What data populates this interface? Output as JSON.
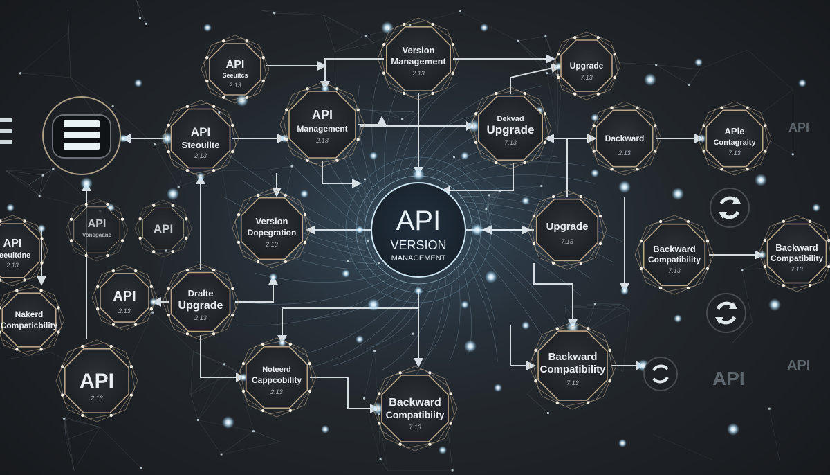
{
  "hub": {
    "line1": "API",
    "line2": "VERSION",
    "line3": "MANAGEMENT"
  },
  "nodes": [
    {
      "id": "n1",
      "lines": [
        "API",
        "Seeuitcs"
      ],
      "sub": "2.13"
    },
    {
      "id": "n2",
      "lines": [
        "Version",
        "Management"
      ],
      "sub": "2.13"
    },
    {
      "id": "n3",
      "lines": [
        "Upgrade"
      ],
      "sub": "7.13"
    },
    {
      "id": "n4",
      "lines": [
        "API",
        "Steouilte"
      ],
      "sub": "2.13"
    },
    {
      "id": "n5",
      "lines": [
        "API",
        "Management"
      ],
      "sub": "2.13"
    },
    {
      "id": "n6",
      "lines": [
        "Dekvad",
        "Upgrade"
      ],
      "sub": "7.13"
    },
    {
      "id": "n7",
      "lines": [
        "Dackward"
      ],
      "sub": "2.13"
    },
    {
      "id": "n8",
      "lines": [
        "APle",
        "Contagraity"
      ],
      "sub": "7.13"
    },
    {
      "id": "n9",
      "lines": [
        "Version",
        "Dopegration"
      ],
      "sub": "2.13"
    },
    {
      "id": "n10",
      "lines": [
        "Upgrade"
      ],
      "sub": "7.13"
    },
    {
      "id": "n11",
      "lines": [
        "API",
        "Seeuitdne"
      ],
      "sub": "2.13"
    },
    {
      "id": "n12",
      "lines": [
        "API",
        "Vonsgaane"
      ],
      "sub": ""
    },
    {
      "id": "n13",
      "lines": [
        "API"
      ],
      "sub": ""
    },
    {
      "id": "n14",
      "lines": [
        "Backward",
        "Compatibility"
      ],
      "sub": "7.13"
    },
    {
      "id": "n15",
      "lines": [
        "Backward",
        "Compatibility"
      ],
      "sub": "7.13"
    },
    {
      "id": "n16",
      "lines": [
        "API"
      ],
      "sub": "2.13"
    },
    {
      "id": "n17",
      "lines": [
        "Dralte",
        "Upgrade"
      ],
      "sub": "2.13"
    },
    {
      "id": "n18",
      "lines": [
        "Nakerd",
        "Compaticbility"
      ],
      "sub": ""
    },
    {
      "id": "n19",
      "lines": [
        "API"
      ],
      "sub": "2.13"
    },
    {
      "id": "n20",
      "lines": [
        "Noteerd",
        "Cappcobility"
      ],
      "sub": "2.13"
    },
    {
      "id": "n21",
      "lines": [
        "Backward",
        "Compatibiity"
      ],
      "sub": "7.13"
    },
    {
      "id": "n22",
      "lines": [
        "Backward",
        "Compatibility"
      ],
      "sub": "7.13"
    }
  ],
  "faint_labels": [
    {
      "id": "f1",
      "text": "API"
    },
    {
      "id": "f2",
      "text": "API"
    },
    {
      "id": "f3",
      "text": "API"
    }
  ],
  "icons": [
    {
      "id": "i1",
      "name": "server-stack-icon"
    },
    {
      "id": "i2",
      "name": "refresh-cycle-icon"
    },
    {
      "id": "i3",
      "name": "refresh-cycle-icon"
    },
    {
      "id": "i4",
      "name": "refresh-cycle-icon"
    },
    {
      "id": "i5",
      "name": "bars-icon"
    }
  ],
  "colors": {
    "background": "#1e2226",
    "node_border": "#b9a58a",
    "line": "#d8e2e8",
    "glow": "#bfe6ff",
    "hub_ring": "#9cc6de"
  }
}
